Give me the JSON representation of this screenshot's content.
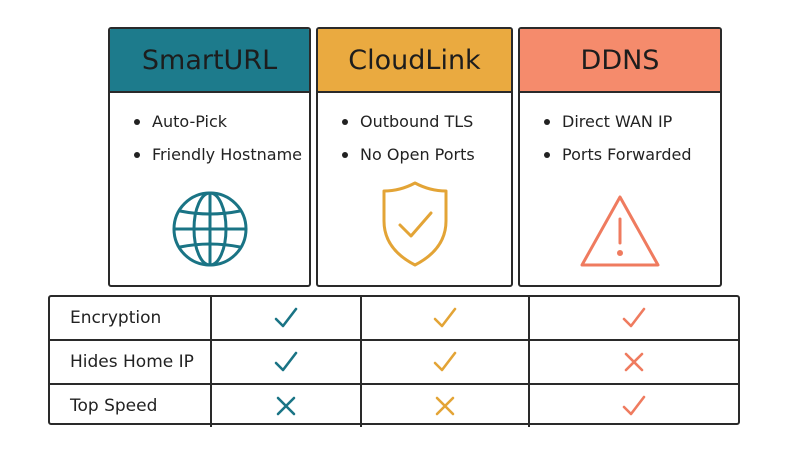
{
  "colors": {
    "teal": "#1a7485",
    "gold": "#e5a93b",
    "coral": "#f2856a",
    "ink": "#2a2a2a"
  },
  "cards": [
    {
      "title": "SmartURL",
      "bullets": [
        "Auto-Pick",
        "Friendly Hostname"
      ],
      "icon": "globe-icon",
      "color": "#1a7485",
      "header_bg": "#1d7b8c"
    },
    {
      "title": "CloudLink",
      "bullets": [
        "Outbound TLS",
        "No Open Ports"
      ],
      "icon": "shield-check-icon",
      "color": "#e3a436",
      "header_bg": "#eaaa40"
    },
    {
      "title": "DDNS",
      "bullets": [
        "Direct WAN IP",
        "Ports Forwarded"
      ],
      "icon": "warning-icon",
      "color": "#ef7b5f",
      "header_bg": "#f58b6c"
    }
  ],
  "comparison": {
    "rows": [
      {
        "label": "Encryption",
        "values": [
          "check",
          "check",
          "check"
        ]
      },
      {
        "label": "Hides Home IP",
        "values": [
          "check",
          "check",
          "cross"
        ]
      },
      {
        "label": "Top Speed",
        "values": [
          "cross",
          "cross",
          "check"
        ]
      }
    ]
  }
}
